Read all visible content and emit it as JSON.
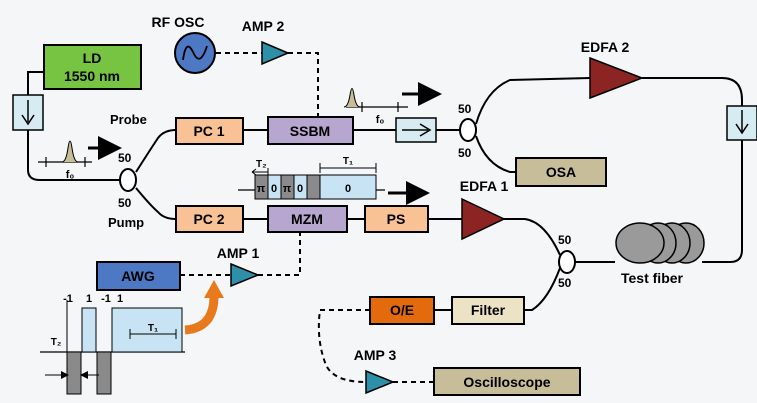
{
  "blocks": {
    "ld_line1": "LD",
    "ld_line2": "1550 nm",
    "rf_osc": "RF OSC",
    "amp2": "AMP 2",
    "amp1": "AMP 1",
    "amp3": "AMP 3",
    "edfa1": "EDFA 1",
    "edfa2": "EDFA 2",
    "pc1": "PC 1",
    "pc2": "PC 2",
    "ssbm": "SSBM",
    "mzm": "MZM",
    "ps": "PS",
    "osa": "OSA",
    "awg": "AWG",
    "oe": "O/E",
    "filter": "Filter",
    "oscilloscope": "Oscilloscope",
    "test_fiber": "Test fiber",
    "probe": "Probe",
    "pump": "Pump"
  },
  "couplers": {
    "c1_top": "50",
    "c1_bottom": "50",
    "c2_top": "50",
    "c2_bottom": "50",
    "c3_top": "50",
    "c3_bottom": "50"
  },
  "spectrum": {
    "f0_left": "f₀",
    "f0_right": "f₀"
  },
  "pulse_top": {
    "t2": "T₂",
    "t1": "T₁",
    "pi1": "π",
    "zero1": "0",
    "pi2": "π",
    "zero2": "0",
    "zero3": "0"
  },
  "pulse_bottom": {
    "m1a": "-1",
    "p1": "1",
    "m1b": "-1",
    "p1b": "1",
    "t2": "T₂",
    "t1": "T₁"
  },
  "colors": {
    "ld_fill": "#76c442",
    "pc_fill": "#f9c294",
    "mod_fill": "#b7a6d0",
    "osa_fill": "#c7bd98",
    "awg_fill": "#4d78c4",
    "oe_fill": "#e46b0d",
    "filter_fill": "#ece3c4",
    "osc_fill": "#c7bd98",
    "amp_fill": "#2e8fa8",
    "edfa_fill": "#8c2424",
    "iso_fill": "#d6ecf2",
    "pulse_fill": "#c8e4f4",
    "arrow_orange": "#e87a1d"
  }
}
